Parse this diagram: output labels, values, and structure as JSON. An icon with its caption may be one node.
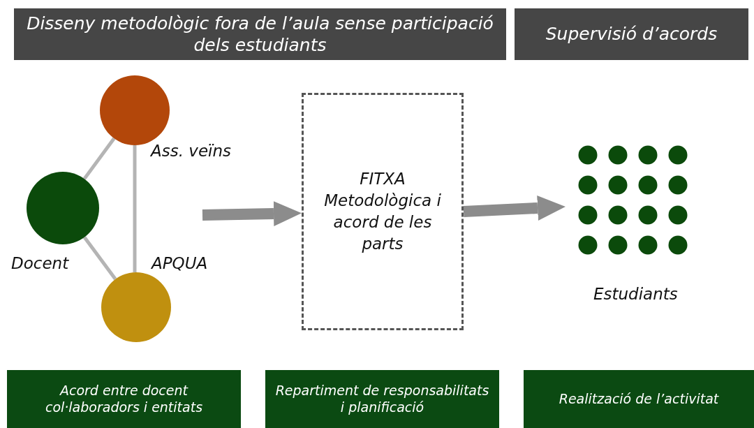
{
  "diagram": {
    "nodes": [
      {
        "text": [
          "Disseny metodològic fora de l’aula sense participació dels estudiants"
        ]
      },
      {
        "text": [
          "Supervisió d’acords"
        ]
      },
      {
        "text": [],
        "shape": "circle",
        "beside": [
          "Ass. veïns"
        ]
      },
      {
        "text": [],
        "shape": "circle",
        "beside": [
          "Docent"
        ]
      },
      {
        "text": [],
        "shape": "circle",
        "beside": [
          "APQUA"
        ]
      },
      {
        "text": [
          "FITXA Metodològica i acord de les parts"
        ]
      },
      {
        "text": [],
        "shape": "picture",
        "beside": [
          "Estudiants"
        ]
      },
      {
        "text": [
          "Acord entre docent col·laboradors i entitats"
        ]
      },
      {
        "text": [
          "Repartiment de responsabilitats i planificació"
        ]
      },
      {
        "text": [
          "Realització de l’activitat"
        ]
      }
    ],
    "edges": [
      {
        "from": 2,
        "to": 3,
        "arrow": "none"
      },
      {
        "from": 3,
        "to": 4,
        "arrow": "none"
      },
      {
        "from": 2,
        "to": 4,
        "arrow": "none"
      },
      {
        "from": null,
        "to": 5,
        "arrow": "to",
        "style": "thick"
      },
      {
        "from": 5,
        "to": 6,
        "arrow": "to",
        "style": "thick"
      }
    ]
  }
}
